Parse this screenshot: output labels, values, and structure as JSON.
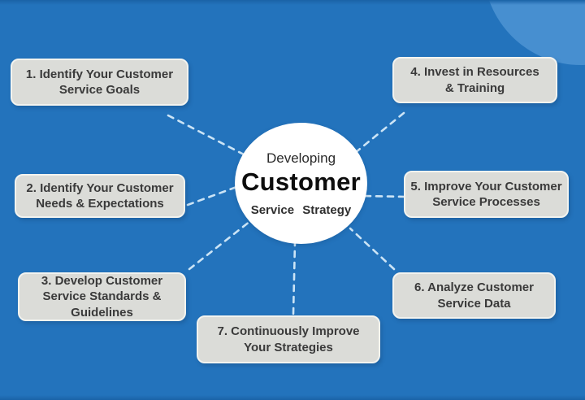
{
  "canvas": {
    "background_color": "#2373BC",
    "edge_strip_color": "#1A63A7",
    "corner_circle_color": "#478FD0"
  },
  "center": {
    "line1": "Developing",
    "line2": "Customer",
    "line3": "Service Strategy",
    "circle_color": "#FFFFFF",
    "text_color": "#1E1E1E"
  },
  "boxes": [
    {
      "id": 1,
      "label": "1. Identify Your Customer\nService Goals"
    },
    {
      "id": 2,
      "label": "2. Identify Your Customer\nNeeds & Expectations"
    },
    {
      "id": 3,
      "label": "3. Develop Customer\nService Standards &\nGuidelines"
    },
    {
      "id": 4,
      "label": "4. Invest in Resources\n& Training"
    },
    {
      "id": 5,
      "label": "5. Improve Your Customer\nService Processes"
    },
    {
      "id": 6,
      "label": "6. Analyze Customer\nService Data"
    },
    {
      "id": 7,
      "label": "7. Continuously Improve\nYour Strategies"
    }
  ],
  "connectors": {
    "color": "#CBE4F6",
    "style": "dashed"
  }
}
